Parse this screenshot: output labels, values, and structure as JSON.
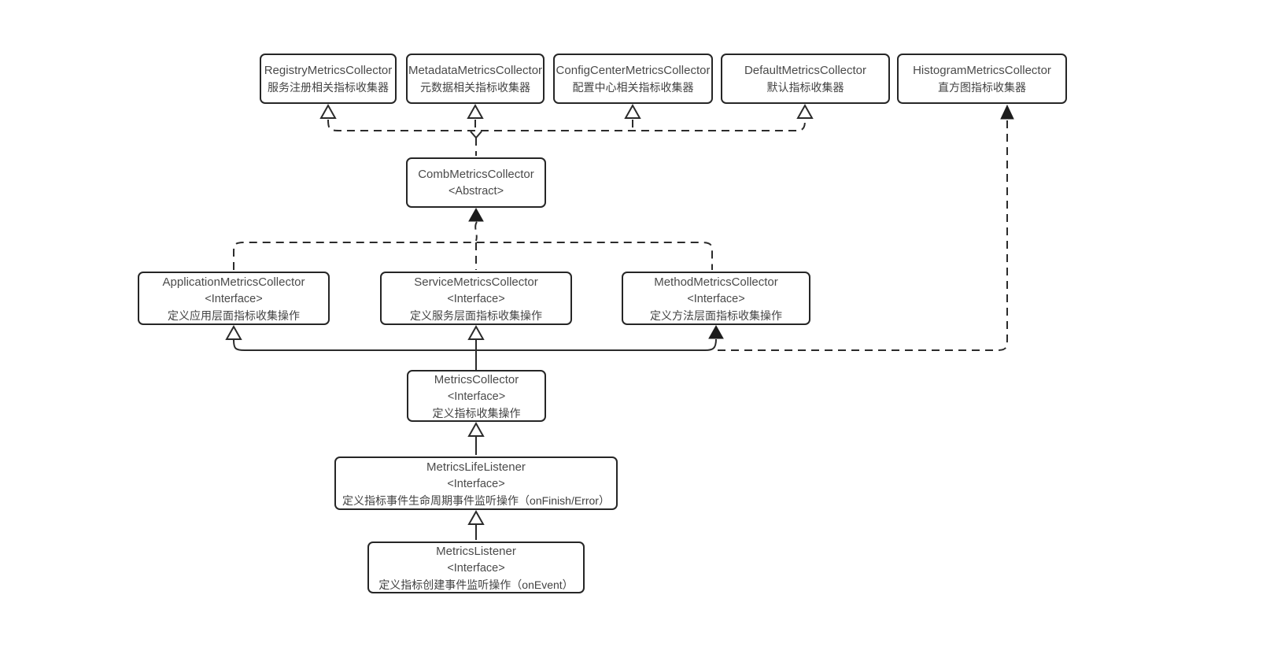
{
  "nodes": {
    "registry": {
      "title": "RegistryMetricsCollector",
      "desc": "服务注册相关指标收集器"
    },
    "metadata": {
      "title": "MetadataMetricsCollector",
      "desc": "元数据相关指标收集器"
    },
    "config_center": {
      "title": "ConfigCenterMetricsCollector",
      "desc": "配置中心相关指标收集器"
    },
    "default": {
      "title": "DefaultMetricsCollector",
      "desc": "默认指标收集器"
    },
    "histogram": {
      "title": "HistogramMetricsCollector",
      "desc": "直方图指标收集器"
    },
    "comb": {
      "title": "CombMetricsCollector",
      "stereotype": "<Abstract>"
    },
    "application": {
      "title": "ApplicationMetricsCollector",
      "stereotype": "<Interface>",
      "desc": "定义应用层面指标收集操作"
    },
    "service": {
      "title": "ServiceMetricsCollector",
      "stereotype": "<Interface>",
      "desc": "定义服务层面指标收集操作"
    },
    "method": {
      "title": "MethodMetricsCollector",
      "stereotype": "<Interface>",
      "desc": "定义方法层面指标收集操作"
    },
    "metrics_collector": {
      "title": "MetricsCollector",
      "stereotype": "<Interface>",
      "desc": "定义指标收集操作"
    },
    "metrics_life_listener": {
      "title": "MetricsLifeListener",
      "stereotype": "<Interface>",
      "desc": "定义指标事件生命周期事件监听操作（onFinish/Error）"
    },
    "metrics_listener": {
      "title": "MetricsListener",
      "stereotype": "<Interface>",
      "desc": "定义指标创建事件监听操作（onEvent）"
    }
  },
  "edges": [
    {
      "from": "CombMetricsCollector",
      "to": "RegistryMetricsCollector",
      "line": "dashed",
      "arrowhead": "hollow-triangle"
    },
    {
      "from": "CombMetricsCollector",
      "to": "MetadataMetricsCollector",
      "line": "dashed",
      "arrowhead": "hollow-triangle"
    },
    {
      "from": "CombMetricsCollector",
      "to": "ConfigCenterMetricsCollector",
      "line": "dashed",
      "arrowhead": "hollow-triangle"
    },
    {
      "from": "CombMetricsCollector",
      "to": "DefaultMetricsCollector",
      "line": "dashed",
      "arrowhead": "hollow-triangle"
    },
    {
      "from": "ApplicationMetricsCollector",
      "to": "CombMetricsCollector",
      "line": "dashed",
      "arrowhead": "filled-triangle"
    },
    {
      "from": "ServiceMetricsCollector",
      "to": "CombMetricsCollector",
      "line": "dashed",
      "arrowhead": "filled-triangle"
    },
    {
      "from": "MethodMetricsCollector",
      "to": "CombMetricsCollector",
      "line": "dashed",
      "arrowhead": "filled-triangle"
    },
    {
      "from": "MetricsCollector",
      "to": "ApplicationMetricsCollector",
      "line": "solid",
      "arrowhead": "hollow-triangle"
    },
    {
      "from": "MetricsCollector",
      "to": "ServiceMetricsCollector",
      "line": "solid",
      "arrowhead": "hollow-triangle"
    },
    {
      "from": "MetricsCollector",
      "to": "MethodMetricsCollector",
      "line": "solid",
      "arrowhead": "filled-triangle"
    },
    {
      "from": "MetricsCollector",
      "to": "HistogramMetricsCollector",
      "line": "dashed",
      "arrowhead": "filled-triangle"
    },
    {
      "from": "MetricsLifeListener",
      "to": "MetricsCollector",
      "line": "solid",
      "arrowhead": "hollow-triangle"
    },
    {
      "from": "MetricsListener",
      "to": "MetricsLifeListener",
      "line": "solid",
      "arrowhead": "hollow-triangle"
    }
  ],
  "colors": {
    "background": "#ffffff",
    "line": "#2b2b2b",
    "box_border": "#262626",
    "text": "#4a4a4a"
  }
}
